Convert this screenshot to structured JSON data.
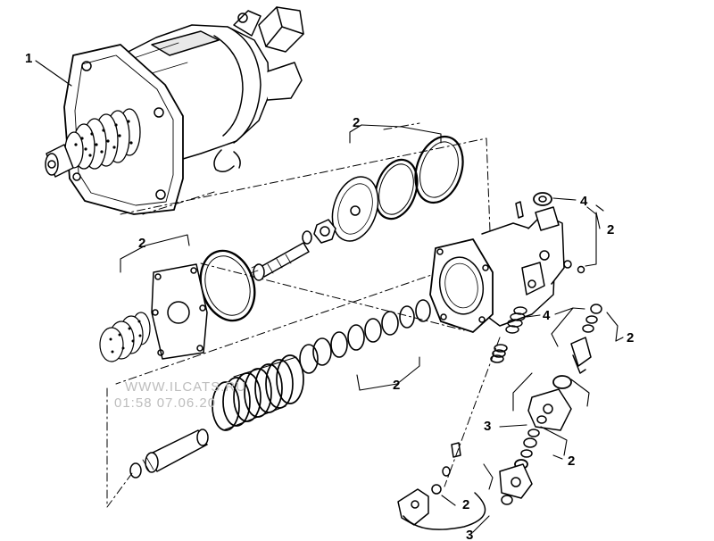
{
  "callouts": {
    "servo_housing": "1",
    "kit_o_ring_front": "2",
    "kit_diaphragm": "2",
    "kit_valve_fittings": "2",
    "kit_valve_seals": "2",
    "kit_piston_rings": "2",
    "kit_lower_valve": "2",
    "kit_bottom_fitting": "2",
    "cap_upper": "4",
    "valve_spring": "4",
    "valve_block": "3",
    "bleeder_line": "3"
  },
  "watermark": {
    "line1": "WWW.ILCATS.RU",
    "line2": "01:58 07.06.20"
  }
}
